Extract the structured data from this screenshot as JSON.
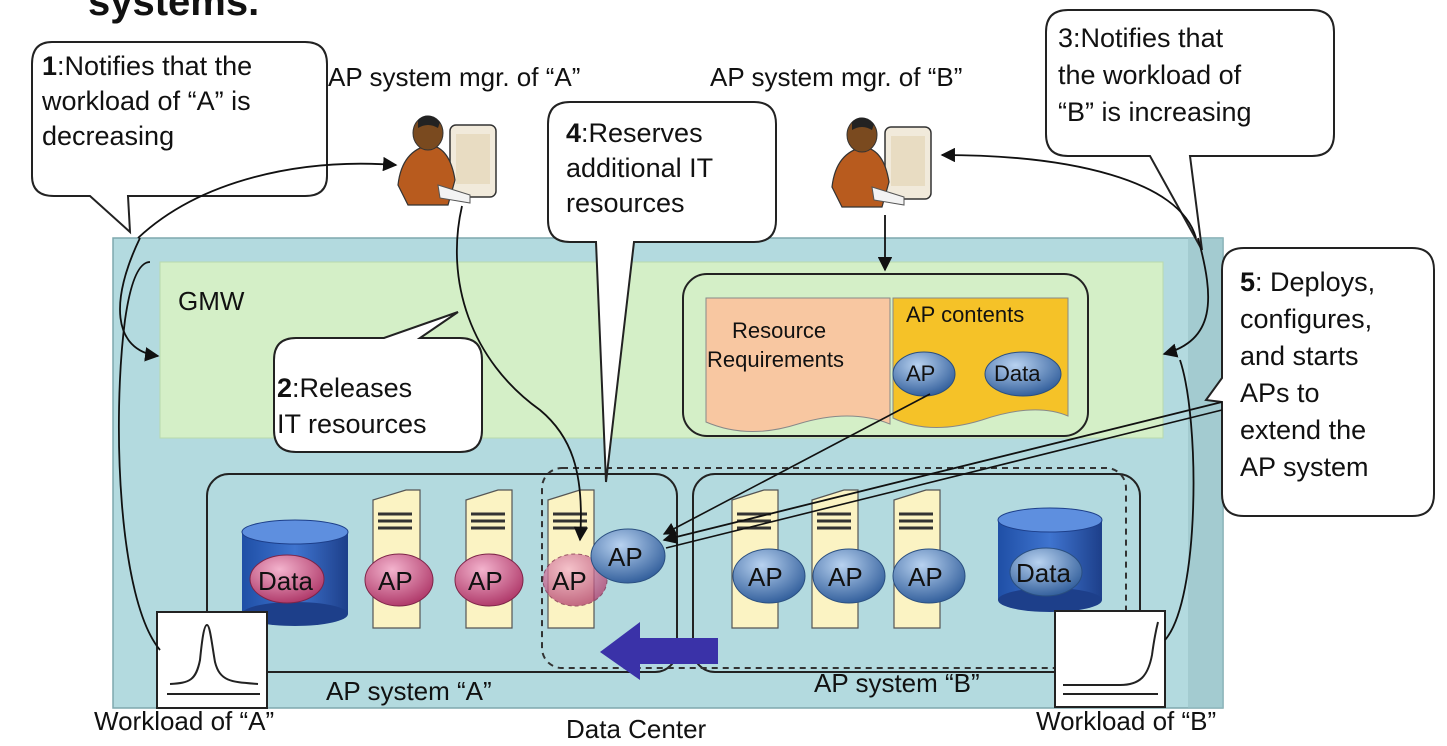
{
  "title_fragment": "systems.",
  "data_center": {
    "label": "Data Center"
  },
  "gmw": {
    "label": "GMW"
  },
  "managers": {
    "a": {
      "label": "AP system mgr. of “A”"
    },
    "b": {
      "label": "AP system mgr. of “B”"
    }
  },
  "callouts": [
    {
      "number": "1",
      "lines": [
        ":Notifies that the",
        "workload of “A” is",
        "decreasing"
      ]
    },
    {
      "number": "2",
      "lines": [
        ":Releases",
        "IT resources"
      ]
    },
    {
      "number": "3",
      "lines": [
        "3:Notifies that",
        "the workload of",
        "“B” is increasing"
      ]
    },
    {
      "number": "4",
      "lines": [
        ":Reserves",
        "additional IT",
        "resources"
      ]
    },
    {
      "number": "5",
      "lines": [
        ": Deploys,",
        "configures,",
        "and starts",
        "APs to",
        "extend the",
        "AP system"
      ]
    }
  ],
  "documents": {
    "resource": {
      "lines": [
        "Resource",
        "Requirements"
      ]
    },
    "contents": {
      "title": "AP contents",
      "ap": "AP",
      "data": "Data"
    }
  },
  "systems": {
    "a": {
      "label": "AP system “A”",
      "db": "Data",
      "aps": [
        "AP",
        "AP",
        "AP"
      ]
    },
    "b": {
      "label": "AP system “B”",
      "db": "Data",
      "aps": [
        "AP",
        "AP",
        "AP"
      ]
    },
    "moving_ap": "AP"
  },
  "workloads": {
    "a": {
      "label": "Workload of “A”"
    },
    "b": {
      "label": "Workload of “B”"
    }
  },
  "colors": {
    "data_center": "#b3dadf",
    "gmw": "#d4efc7",
    "pink": "#c9507d",
    "blue": "#4f7fbf",
    "server": "#fbf3c3",
    "doc_orange": "#f8c7a1",
    "doc_gold": "#f5c228",
    "arrow": "#3a32a8"
  }
}
